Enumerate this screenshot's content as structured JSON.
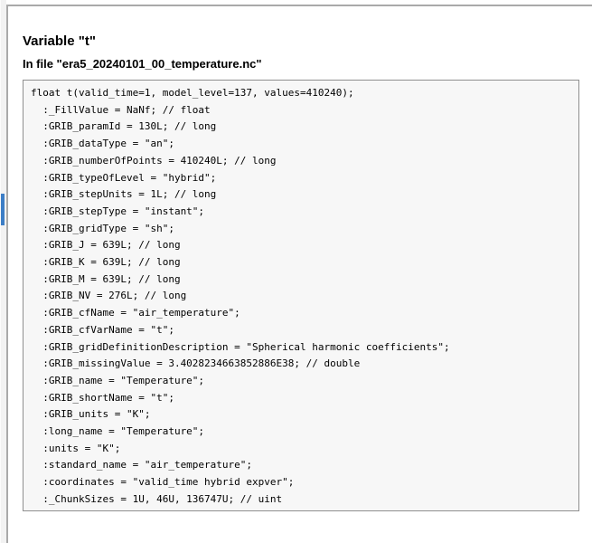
{
  "header": {
    "title": "Variable \"t\"",
    "subtitle": "In file \"era5_20240101_00_temperature.nc\""
  },
  "code": {
    "lines": [
      "float t(valid_time=1, model_level=137, values=410240);",
      "  :_FillValue = NaNf; // float",
      "  :GRIB_paramId = 130L; // long",
      "  :GRIB_dataType = \"an\";",
      "  :GRIB_numberOfPoints = 410240L; // long",
      "  :GRIB_typeOfLevel = \"hybrid\";",
      "  :GRIB_stepUnits = 1L; // long",
      "  :GRIB_stepType = \"instant\";",
      "  :GRIB_gridType = \"sh\";",
      "  :GRIB_J = 639L; // long",
      "  :GRIB_K = 639L; // long",
      "  :GRIB_M = 639L; // long",
      "  :GRIB_NV = 276L; // long",
      "  :GRIB_cfName = \"air_temperature\";",
      "  :GRIB_cfVarName = \"t\";",
      "  :GRIB_gridDefinitionDescription = \"Spherical harmonic coefficients\";",
      "  :GRIB_missingValue = 3.4028234663852886E38; // double",
      "  :GRIB_name = \"Temperature\";",
      "  :GRIB_shortName = \"t\";",
      "  :GRIB_units = \"K\";",
      "  :long_name = \"Temperature\";",
      "  :units = \"K\";",
      "  :standard_name = \"air_temperature\";",
      "  :coordinates = \"valid_time hybrid expver\";",
      "  :_ChunkSizes = 1U, 46U, 136747U; // uint"
    ]
  },
  "scrollbar": {
    "thumb_color": "#3d7ec6",
    "track_color": "#f2f2f2"
  },
  "colors": {
    "code_box_bg": "#f7f7f7",
    "code_box_border": "#8f8f8f",
    "frame_border": "#a9a9a9",
    "text": "#000000"
  }
}
